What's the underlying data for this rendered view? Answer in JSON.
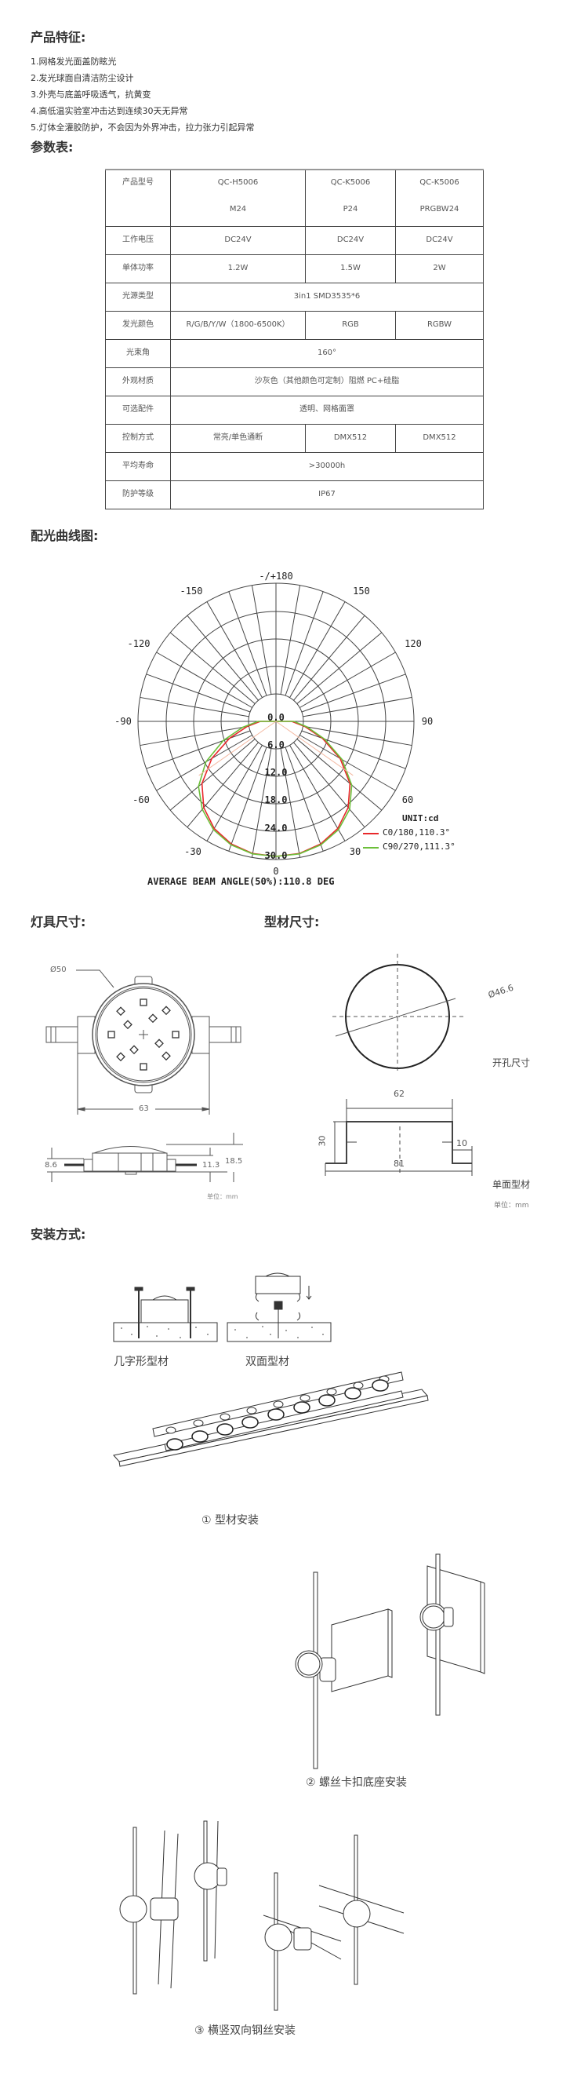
{
  "features": {
    "title": "产品特征:",
    "items": [
      "1.网格发光面盖防眩光",
      "2.发光球面自清洁防尘设计",
      "3.外壳与底盖呼吸透气，抗黄变",
      "4.高低温实验室冲击达到连续30天无异常",
      "5.灯体全灌胶防护，不会因为外界冲击，拉力张力引起异常"
    ]
  },
  "specs": {
    "title": "参数表:",
    "rows": [
      {
        "label": "产品型号",
        "cells": [
          "QC-H5006\n\nM24",
          "QC-K5006\n\nP24",
          "QC-K5006\n\nPRGBW24"
        ]
      },
      {
        "label": "工作电压",
        "cells": [
          "DC24V",
          "DC24V",
          "DC24V"
        ]
      },
      {
        "label": "单体功率",
        "cells": [
          "1.2W",
          "1.5W",
          "2W"
        ]
      },
      {
        "label": "光源类型",
        "cells": [
          "3in1 SMD3535*6"
        ]
      },
      {
        "label": "发光颜色",
        "cells": [
          "R/G/B/Y/W（1800-6500K）",
          "RGB",
          "RGBW"
        ]
      },
      {
        "label": "光束角",
        "cells": [
          "160°"
        ]
      },
      {
        "label": "外观材质",
        "cells": [
          "沙灰色（其他颜色可定制）阻燃 PC+硅脂"
        ]
      },
      {
        "label": "可选配件",
        "cells": [
          "透明、网格面罩"
        ]
      },
      {
        "label": "控制方式",
        "cells": [
          "常亮/单色通断",
          "DMX512",
          "DMX512"
        ]
      },
      {
        "label": "平均寿命",
        "cells": [
          ">30000h"
        ]
      },
      {
        "label": "防护等级",
        "cells": [
          "IP67"
        ]
      }
    ],
    "model_lines": [
      [
        "QC-H5006",
        "M24"
      ],
      [
        "QC-K5006",
        "P24"
      ],
      [
        "QC-K5006",
        "PRGBW24"
      ]
    ]
  },
  "photometric": {
    "title": "配光曲线图:",
    "angle_labels": {
      "top": "-/+180",
      "m150": "-150",
      "p150": "150",
      "m120": "-120",
      "p120": "120",
      "m90": "-90",
      "p90": "90",
      "m60": "-60",
      "p60": "60",
      "m30": "-30",
      "p30": "30",
      "zero": "0"
    },
    "ring_labels": [
      "0.0",
      "6.0",
      "12.0",
      "18.0",
      "24.0",
      "30.0"
    ],
    "unit": "UNIT:cd",
    "legend": [
      {
        "label": "C0/180,110.3°",
        "color": "#e8282b"
      },
      {
        "label": "C90/270,111.3°",
        "color": "#6cbf3a"
      }
    ],
    "beam_angle": "AVERAGE BEAM ANGLE(50%):110.8 DEG"
  },
  "chart_data": {
    "type": "polar",
    "title": "配光曲线图",
    "unit": "cd",
    "angle_ticks": [
      -180,
      -150,
      -120,
      -90,
      -60,
      -30,
      0,
      30,
      60,
      90,
      120,
      150,
      180
    ],
    "radial_ticks": [
      0.0,
      6.0,
      12.0,
      18.0,
      24.0,
      30.0
    ],
    "rlim": [
      0,
      30
    ],
    "grid": true,
    "legend_position": "lower-right",
    "angles": [
      -90,
      -80,
      -70,
      -60,
      -50,
      -40,
      -30,
      -20,
      -10,
      0,
      10,
      20,
      30,
      40,
      50,
      60,
      70,
      80,
      90
    ],
    "series": [
      {
        "name": "C0/180,110.3°",
        "values": [
          3.5,
          6.5,
          11,
          16.5,
          21.5,
          25,
          27.5,
          29,
          29.8,
          30,
          29.8,
          29,
          27.5,
          25,
          21.5,
          16.5,
          11,
          6.5,
          3.5
        ]
      },
      {
        "name": "C90/270,111.3°",
        "values": [
          4,
          7.5,
          12.5,
          18,
          22.5,
          25.5,
          27.8,
          29.2,
          29.9,
          30,
          29.9,
          29.2,
          27.8,
          25.5,
          22,
          17,
          11.5,
          7,
          4
        ]
      }
    ],
    "annotation": "AVERAGE BEAM ANGLE(50%):110.8 DEG"
  },
  "fixture_dims": {
    "title": "灯具尺寸:",
    "diameter": "Ø50",
    "width": "63",
    "base_height": "8.6",
    "body_height": "11.3",
    "total_height": "18.5",
    "unit": "单位：mm"
  },
  "profile_dims": {
    "title": "型材尺寸:",
    "hole_diameter": "Ø46.6",
    "hole_label": "开孔尺寸",
    "top_width": "62",
    "height": "30",
    "flange": "10",
    "bottom_width": "81",
    "profile_label": "单面型材",
    "unit": "单位：mm"
  },
  "installation": {
    "title": "安装方式:",
    "profile_a": "几字形型材",
    "profile_b": "双面型材",
    "method1": "① 型材安装",
    "method2": "② 螺丝卡扣底座安装",
    "method3": "③ 横竖双向钢丝安装"
  }
}
